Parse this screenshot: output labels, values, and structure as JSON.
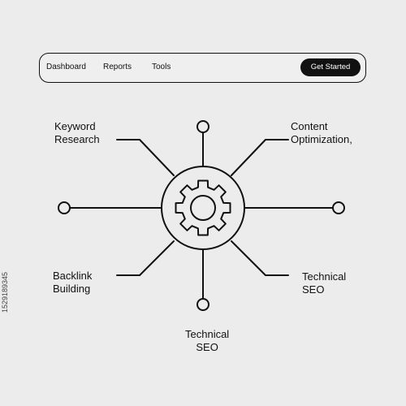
{
  "nav": {
    "links": [
      "Dashboard",
      "Reports",
      "Tools"
    ],
    "cta_label": "Get Started"
  },
  "diagram": {
    "center_icon": "gear-icon",
    "labels": {
      "keyword_research": "Keyword\nResearch",
      "content_optimization": "Content\nOptimization,",
      "backlink_building": "Backlink\nBuilding",
      "technical_seo_right": "Technical\nSEO",
      "technical_seo_bottom": "Technical\nSEO"
    }
  },
  "watermark": "1529189345",
  "colors": {
    "background": "#ececec",
    "ink": "#111111",
    "button_bg": "#111111",
    "button_text": "#ffffff"
  }
}
